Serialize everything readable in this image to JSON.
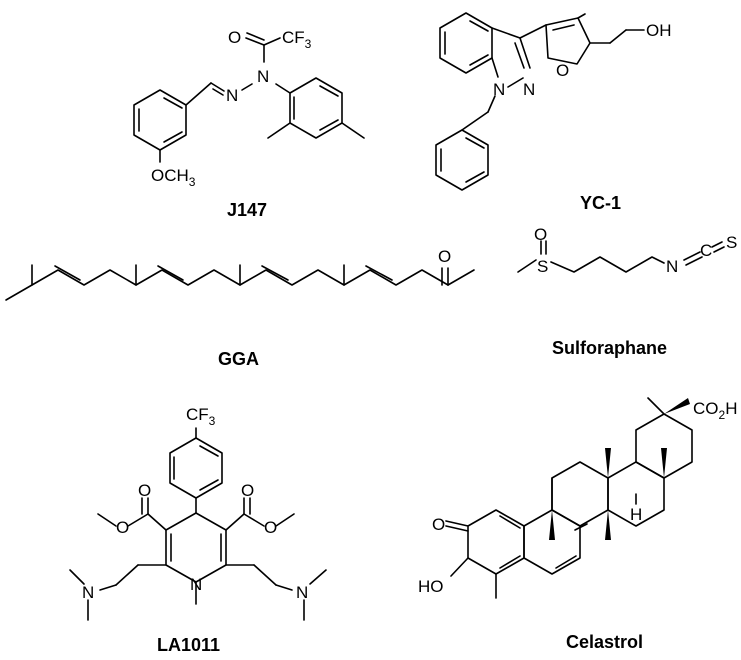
{
  "compounds": [
    {
      "id": "j147",
      "name": "J147"
    },
    {
      "id": "yc1",
      "name": "YC-1"
    },
    {
      "id": "gga",
      "name": "GGA"
    },
    {
      "id": "sulforaphane",
      "name": "Sulforaphane"
    },
    {
      "id": "la1011",
      "name": "LA1011"
    },
    {
      "id": "celastrol",
      "name": "Celastrol"
    }
  ],
  "atoms": {
    "j147": {
      "o_carbonyl": "O",
      "cf3_main": "CF",
      "cf3_sub": "3",
      "n_imine": "N",
      "n_amide": "N",
      "methoxy_main": "OCH",
      "methoxy_sub": "3"
    },
    "yc1": {
      "n1": "N",
      "n2": "N",
      "o_furan": "O",
      "oh": "OH"
    },
    "gga": {
      "o_ketone": "O"
    },
    "sulforaphane": {
      "o": "O",
      "s_sulfoxide": "S",
      "n": "N",
      "c": "C",
      "s_thio": "S"
    },
    "la1011": {
      "cf3_main": "CF",
      "cf3_sub": "3",
      "o_left_carbonyl": "O",
      "o_left_ester": "O",
      "o_right_carbonyl": "O",
      "o_right_ester": "O",
      "n_ring": "N",
      "n_left": "N",
      "n_right": "N"
    },
    "celastrol": {
      "o_ketone": "O",
      "ho": "HO",
      "h": "H",
      "co2h_1": "CO",
      "co2h_sub": "2",
      "co2h_2": "H"
    }
  },
  "colors": {
    "ink": "#000000",
    "background": "#ffffff"
  }
}
